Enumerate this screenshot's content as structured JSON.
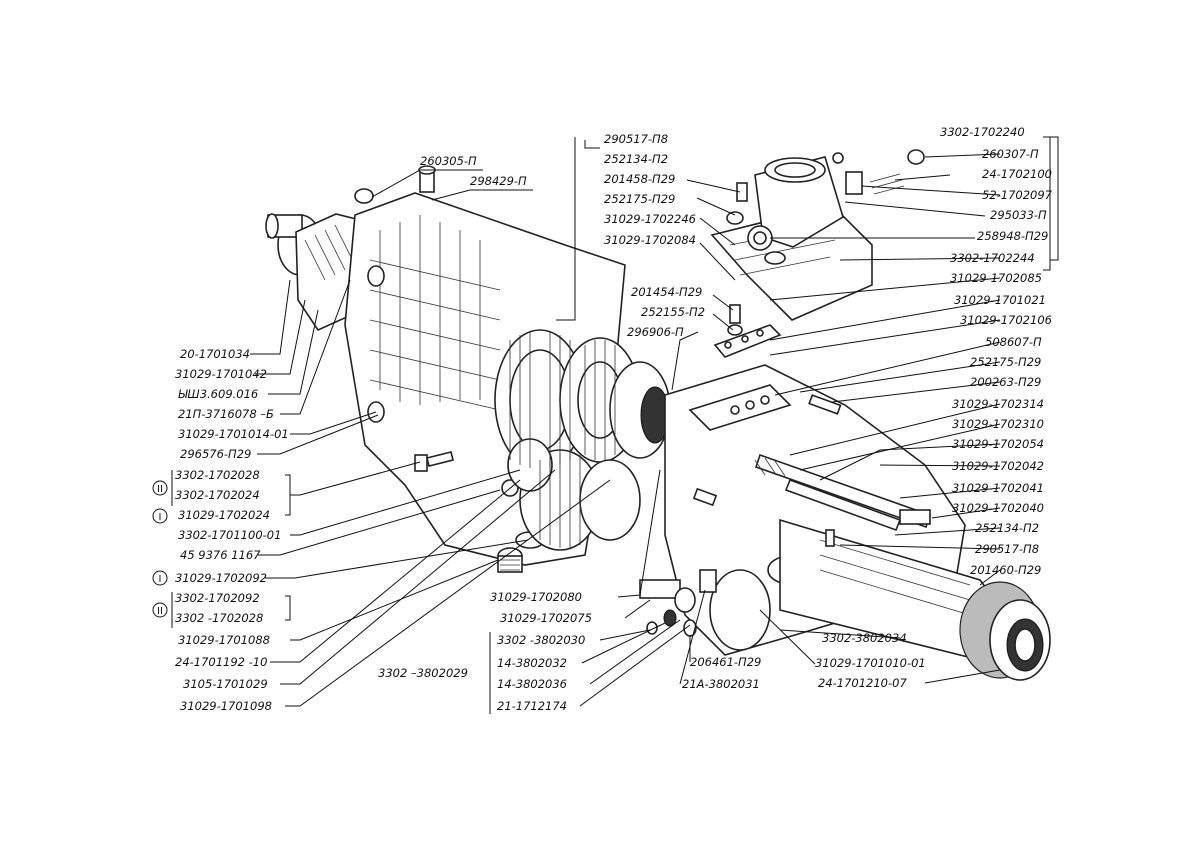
{
  "diagram": {
    "labels": {
      "l01": "260305-П",
      "l02": "298429-П",
      "l03": "290517-П8",
      "l04": "252134-П2",
      "l05": "201458-П29",
      "l06": "252175-П29",
      "l07": "31029-1702246",
      "l08": "31029-1702084",
      "l09": "201454-П29",
      "l10": "252155-П2",
      "l11": "296906-П",
      "l12": "3302-1702240",
      "l13": "260307-П",
      "l14": "24-1702100",
      "l15": "52-1702097",
      "l16": "295033-П",
      "l17": "258948-П29",
      "l18": "3302-1702244",
      "l19": "31029-1702085",
      "l20": "31029-1701021",
      "l21": "31029-1702106",
      "l22": "508607-П",
      "l23": "252175-П29",
      "l24": "200263-П29",
      "l25": "31029-1702314",
      "l26": "31029-1702310",
      "l27": "31029-1702054",
      "l28": "31029-1702042",
      "l29": "31029-1702041",
      "l30": "31029-1702040",
      "l31": "252134-П2",
      "l32": "290517-П8",
      "l33": "201460-П29",
      "l34": "20-1701034",
      "l35": "31029-1701042",
      "l36": "ЫШ3.609.016",
      "l37": "21П-3716078 –Б",
      "l38": "31029-1701014-01",
      "l39": "296576-П29",
      "l40": "3302-1702028",
      "l41": "3302-1702024",
      "l42": "31029-1702024",
      "l43": "3302-1701100-01",
      "l44": "45 9376 1167",
      "l45": "31029-1702092",
      "l46": "3302-1702092",
      "l47": "3302 -1702028",
      "l48": "31029-1701088",
      "l49": "24-1701192 -10",
      "l50": "3105-1701029",
      "l51": "31029-1701098",
      "l52": "3302 –3802029",
      "l53": "31029-1702080",
      "l54": "31029-1702075",
      "l55": "3302 -3802030",
      "l56": "14-3802032",
      "l57": "14-3802036",
      "l58": "21-1712174",
      "l59": "206461-П29",
      "l60": "21А-3802031",
      "l61": "3302-3802034",
      "l62": "31029-1701010-01",
      "l63": "24-1701210-07"
    },
    "group_marks": {
      "g1": "II",
      "g2": "I",
      "g3": "I",
      "g4": "II"
    }
  }
}
